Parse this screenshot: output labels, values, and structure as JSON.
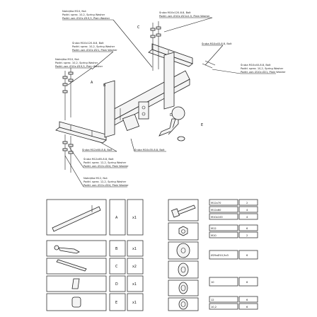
{
  "callouts": {
    "top_left_1": "Nakrętka M10, Nut",
    "top_left_2": "Podkł. sprez. 10,2, Spring Washer",
    "top_left_3": "Podkł. zwr. Ø10x Ø19,5, Plain Washer",
    "top_mid_1": "Śruba M10x120-8.8, Bolt",
    "top_mid_2": "Podkł. zwr. Ø10x Ø21x1.5, Plain Washer",
    "top_right": "Śruba M10x45-8.8, Bolt",
    "upper_left_1": "Śruba M10x120-8.8, Bolt",
    "upper_left_2": "Podkł. sprez. 10,2, Spring Washer",
    "upper_left_3": "Podkł. zwr. Ø10x Ø21, Plain Washer",
    "left_1": "Nakrętka M10, Nut",
    "left_2": "Podkł. sprez. 10,2, Spring Washer",
    "left_3": "Podkł. zwr. Ø10x Ø19,5, Plain Washer",
    "right_1": "Śruba M10x40-8.8, Bolt",
    "right_2": "Podkł. sprez. 10,2, Spring Washer",
    "right_3": "Podkł. zwr. Ø10x Ø21, Plain Washer",
    "mid_low_1": "Śruba M12x60-8.8, Bolt",
    "mid_low_2": "Śruba M10x35-8.8, Bolt",
    "lower_left_1": "Śruba M12x65-8.8, Bolt",
    "lower_left_2": "Podkł. sprez. 12,2, Spring Washer",
    "lower_left_3": "Podkł. zwr. Ø12x Ø24, Plain Washer",
    "bottom_1": "Nakrętka M12, Nut",
    "bottom_2": "Podkł. sprez. 12,2, Spring Washer",
    "bottom_3": "Podkł. zwr. Ø12x Ø24, Plain Washer"
  },
  "part_letters": [
    "A",
    "B",
    "C",
    "D",
    "E"
  ],
  "parts_left": [
    {
      "letter": "A",
      "qty": "x1"
    },
    {
      "letter": "B",
      "qty": "x1"
    },
    {
      "letter": "C",
      "qty": "x2"
    },
    {
      "letter": "D",
      "qty": "x1"
    },
    {
      "letter": "E",
      "qty": "x1"
    }
  ],
  "hardware": [
    {
      "spec": "M12x70",
      "qty": "2"
    },
    {
      "spec": "M12x60",
      "qty": "4"
    },
    {
      "spec": "M10x100",
      "qty": "4"
    },
    {
      "spec": "M12",
      "qty": "6"
    },
    {
      "spec": "M10",
      "qty": "2"
    },
    {
      "spec": "Ø25xØ10,5x3",
      "qty": "6"
    },
    {
      "spec": "10",
      "qty": "6"
    },
    {
      "spec": "12",
      "qty": "6"
    },
    {
      "spec": "10,2",
      "qty": "6"
    }
  ]
}
